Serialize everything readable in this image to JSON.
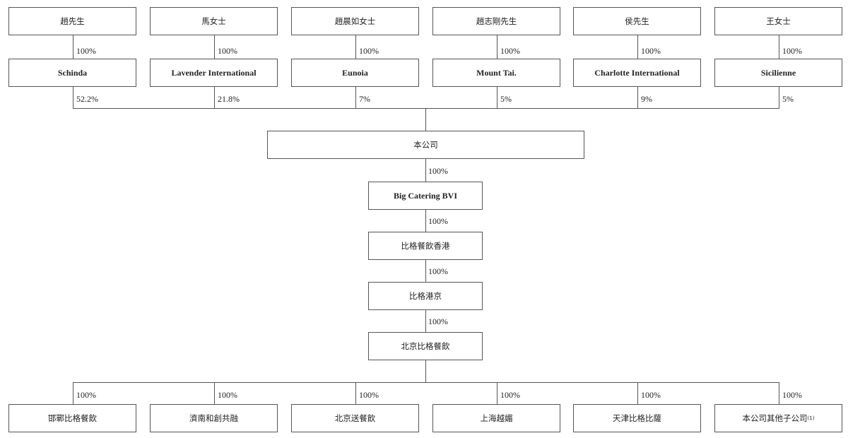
{
  "shareholders": [
    {
      "name": "趙先生",
      "holding_pct": "100%",
      "vehicle": "Schinda",
      "company_pct": "52.2%"
    },
    {
      "name": "馬女士",
      "holding_pct": "100%",
      "vehicle": "Lavender International",
      "company_pct": "21.8%"
    },
    {
      "name": "趙晨如女士",
      "holding_pct": "100%",
      "vehicle": "Eunoia",
      "company_pct": "7%"
    },
    {
      "name": "趙志剛先生",
      "holding_pct": "100%",
      "vehicle": "Mount Tai.",
      "company_pct": "5%"
    },
    {
      "name": "侯先生",
      "holding_pct": "100%",
      "vehicle": "Charlotte International",
      "company_pct": "9%"
    },
    {
      "name": "王女士",
      "holding_pct": "100%",
      "vehicle": "Sicilienne",
      "company_pct": "5%"
    }
  ],
  "company": "本公司",
  "chain": [
    {
      "name": "Big Catering BVI",
      "pct": "100%"
    },
    {
      "name": "比格餐飲香港",
      "pct": "100%"
    },
    {
      "name": "比格港京",
      "pct": "100%"
    },
    {
      "name": "北京比格餐飲",
      "pct": "100%"
    }
  ],
  "subsidiaries": [
    {
      "name": "邯鄲比格餐飲",
      "pct": "100%"
    },
    {
      "name": "濟南和創共融",
      "pct": "100%"
    },
    {
      "name": "北京送餐飲",
      "pct": "100%"
    },
    {
      "name": "上海越媚",
      "pct": "100%"
    },
    {
      "name": "天津比格比薩",
      "pct": "100%"
    },
    {
      "name": "本公司其他子公司",
      "pct": "100%",
      "note": "(1)"
    }
  ]
}
